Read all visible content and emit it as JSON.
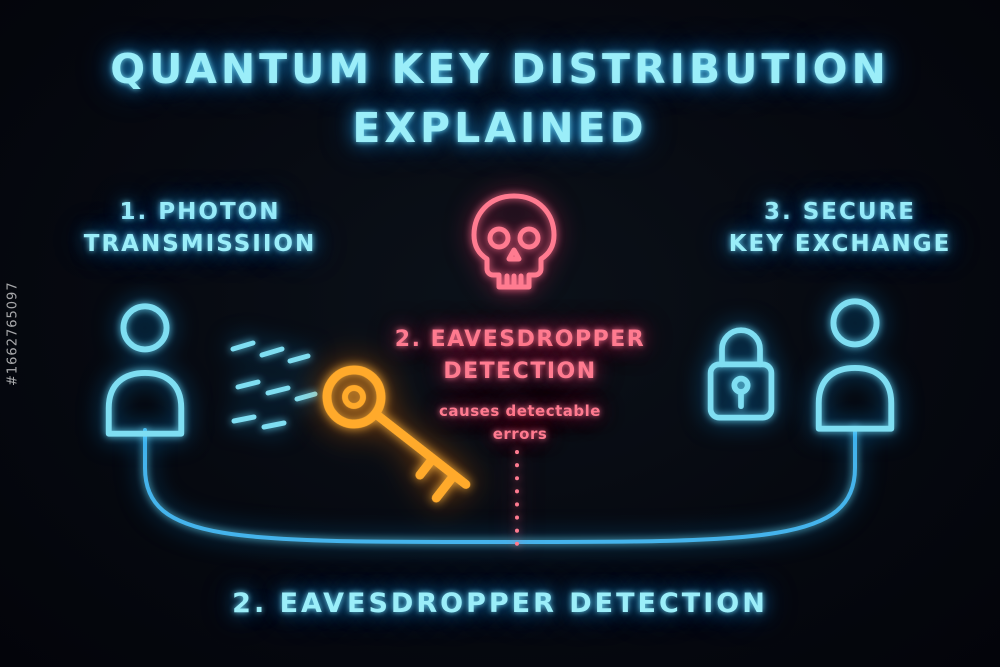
{
  "watermark": "#1662765097",
  "title": {
    "line1": "QUANTUM KEY DISTRIBUTION",
    "line2": "EXPLAINED"
  },
  "step1": {
    "line1": "1. PHOTON",
    "line2": "TRANSMISSIION"
  },
  "step2": {
    "heading_line1": "2. EAVESDROPPER",
    "heading_line2": "DETECTION",
    "note_line1": "causes detectable",
    "note_line2": "errors"
  },
  "step3": {
    "line1": "3. SECURE",
    "line2": "KEY EXCHANGE"
  },
  "bottom_label": "2. EAVESDROPPER DETECTION",
  "colors": {
    "background": "#05070d",
    "cyan": "#9beef9",
    "cyan_line": "#45b4ec",
    "pink": "#ff7b90",
    "orange": "#ffaa2b",
    "watermark_text": "#a6a6a6"
  },
  "icons": {
    "left_figure": "person-icon",
    "center_threat": "skull-icon",
    "center_key": "key-icon",
    "right_lock": "padlock-icon",
    "right_figure": "person-icon"
  }
}
